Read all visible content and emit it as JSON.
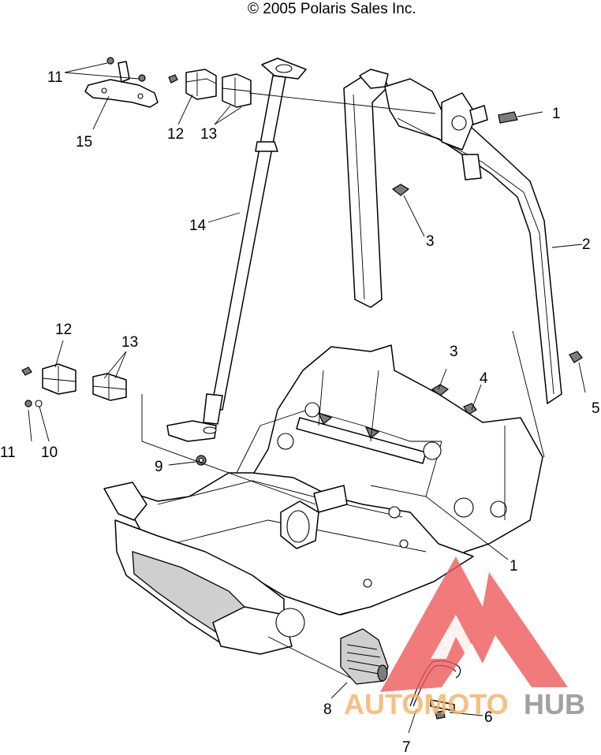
{
  "copyright": "© 2005 Polaris Sales Inc.",
  "callouts": {
    "c1a": "1",
    "c1b": "1",
    "c2": "2",
    "c3a": "3",
    "c3b": "3",
    "c4": "4",
    "c5": "5",
    "c6": "6",
    "c7": "7",
    "c8": "8",
    "c9": "9",
    "c10": "10",
    "c11a": "11",
    "c11b": "11",
    "c12a": "12",
    "c12b": "12",
    "c13a": "13",
    "c13b": "13",
    "c14": "14",
    "c15": "15"
  },
  "watermark": {
    "part1": "AUTOMOTO",
    "part2": "HUB",
    "color_orange": "#f4b062",
    "color_gray": "#8a8a8a",
    "color_red": "#ee5a5a"
  }
}
